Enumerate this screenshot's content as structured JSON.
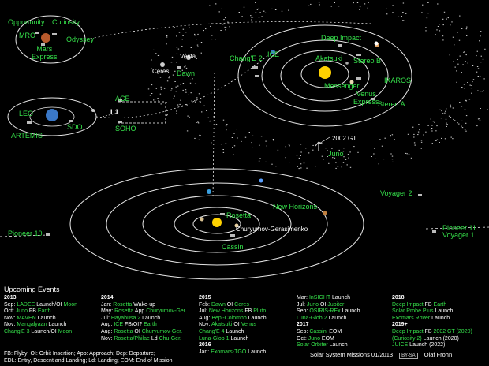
{
  "labels": {
    "opportunity": "Opportunity",
    "curiosity": "Curiosity",
    "mro": "MRO",
    "odyssey": "Odyssey",
    "mars_express": "Mars\nExpress",
    "vesta": "Vesta",
    "ceres": "Ceres",
    "dawn": "Dawn",
    "change2": "Chang'E 2",
    "ice": "ICE",
    "deep_impact": "Deep Impact",
    "akatsuki": "Akatsuki",
    "stereo_b": "Stereo B",
    "messenger": "Messenger",
    "ikaros": "IKAROS",
    "venus_express": "Venus\nExpress",
    "stereo_a": "Stereo A",
    "ace": "ACE",
    "l1": "L1",
    "soho": "SOHO",
    "leo": "LEO",
    "sdo": "SDO",
    "artemis": "ARTEMIS",
    "gt2002": "2002 GT",
    "juno": "Juno",
    "voyager2": "Voyager 2",
    "new_horizons": "New Horizons",
    "rosetta": "Rosetta",
    "churyumov": "Churyumov-Gerasimenko",
    "cassini": "Cassini",
    "pioneer10": "Pioneer 10",
    "pioneer11": "Pioneer 11",
    "voyager1": "Voyager 1"
  },
  "events": {
    "title": "Upcoming Events",
    "columns": [
      {
        "groups": [
          {
            "year": "2013",
            "items": [
              {
                "m": "Sep: ",
                "t": "LADEE",
                "r": " Launch/OI ",
                "t2": "Moon"
              },
              {
                "m": "Oct: ",
                "t": "Juno",
                "r": " FB ",
                "t2": "Earth"
              },
              {
                "m": "Nov: ",
                "t": "MAVEN",
                "r": " Launch",
                "t2": ""
              },
              {
                "m": "Nov: ",
                "t": "Mangalyaan",
                "r": " Launch",
                "t2": ""
              },
              {
                "m": "",
                "t": "Chang'E 3",
                "r": " Launch/OI ",
                "t2": "Moon"
              }
            ]
          }
        ]
      },
      {
        "groups": [
          {
            "year": "2014",
            "items": [
              {
                "m": "Jan: ",
                "t": "Rosetta",
                "r": " Wake-up",
                "t2": ""
              },
              {
                "m": "May: ",
                "t": "Rosetta",
                "r": " App ",
                "t2": "Churyumov-Ger."
              },
              {
                "m": "Jul: ",
                "t": "Hayabusa 2",
                "r": " Launch",
                "t2": ""
              },
              {
                "m": "Aug: ",
                "t": "ICE",
                "r": " FB/OI? ",
                "t2": "Earth"
              },
              {
                "m": "Aug: ",
                "t": "Rosetta",
                "r": " OI ",
                "t2": "Churyumov-Ger."
              },
              {
                "m": "Nov: ",
                "t": "Rosetta/Philae",
                "r": " Ld ",
                "t2": "Chu-Ger."
              }
            ]
          }
        ]
      },
      {
        "groups": [
          {
            "year": "2015",
            "items": [
              {
                "m": "Feb: ",
                "t": "Dawn",
                "r": " OI ",
                "t2": "Ceres"
              },
              {
                "m": "Jul: ",
                "t": "New Horizons",
                "r": " FB ",
                "t2": "Pluto"
              },
              {
                "m": "Aug: ",
                "t": "Bepi-Colombo",
                "r": " Launch",
                "t2": ""
              },
              {
                "m": "Nov: ",
                "t": "Akatsuki",
                "r": " OI ",
                "t2": "Venus"
              },
              {
                "m": "",
                "t": "Chang'E 4",
                "r": " Launch",
                "t2": ""
              },
              {
                "m": "",
                "t": "Luna-Glob 1",
                "r": " Launch",
                "t2": ""
              }
            ]
          },
          {
            "year": "2016",
            "items": [
              {
                "m": "Jan: ",
                "t": "Exomars-TGO",
                "r": " Launch",
                "t2": ""
              }
            ]
          }
        ]
      },
      {
        "groups": [
          {
            "year": "",
            "items": [
              {
                "m": "Mar: ",
                "t": "InSIGHT",
                "r": " Launch",
                "t2": ""
              },
              {
                "m": "Jul: ",
                "t": "Juno",
                "r": " OI ",
                "t2": "Jupiter"
              },
              {
                "m": "Sep: ",
                "t": "OSIRIS-REx",
                "r": " Launch",
                "t2": ""
              },
              {
                "m": "",
                "t": "Luna-Glob 2",
                "r": " Launch",
                "t2": ""
              }
            ]
          },
          {
            "year": "2017",
            "items": [
              {
                "m": "Sep: ",
                "t": "Cassini",
                "r": " EOM",
                "t2": ""
              },
              {
                "m": "Oct: ",
                "t": "Juno",
                "r": " EOM",
                "t2": ""
              },
              {
                "m": "",
                "t": "Solar Orbiter",
                "r": " Launch",
                "t2": ""
              }
            ]
          }
        ]
      },
      {
        "groups": [
          {
            "year": "2018",
            "items": [
              {
                "m": "",
                "t": "Deep Impact",
                "r": " FB ",
                "t2": "Earth"
              },
              {
                "m": "",
                "t": "Solar Probe Plus",
                "r": " Launch",
                "t2": ""
              },
              {
                "m": "",
                "t": "Exomars Rover",
                "r": " Launch",
                "t2": ""
              }
            ]
          },
          {
            "year": "2019+",
            "items": [
              {
                "m": "",
                "t": "Deep Impact",
                "r": " FB ",
                "t2": "2002 GT (2020)"
              },
              {
                "m": "",
                "t": "(Curiosity 2)",
                "r": " Launch (2020)",
                "t2": ""
              },
              {
                "m": "",
                "t": "JUICE",
                "r": " Launch (2022)",
                "t2": ""
              }
            ]
          }
        ]
      }
    ]
  },
  "legend": {
    "line1": "FB: Flyby; OI: Orbit Insertion; App: Approach; Dep: Departure;",
    "line2": "EDL: Entry, Descent and Landing; Ld: Landing; EOM: End of Mission"
  },
  "credit": {
    "title": "Solar System Missions 01/2013",
    "license": "BY-SA",
    "author": "Olaf Frohn"
  },
  "colors": {
    "background": "#000000",
    "label_green": "#35e04a",
    "orbit": "#e6e6e6",
    "sun": "#ffd200"
  }
}
